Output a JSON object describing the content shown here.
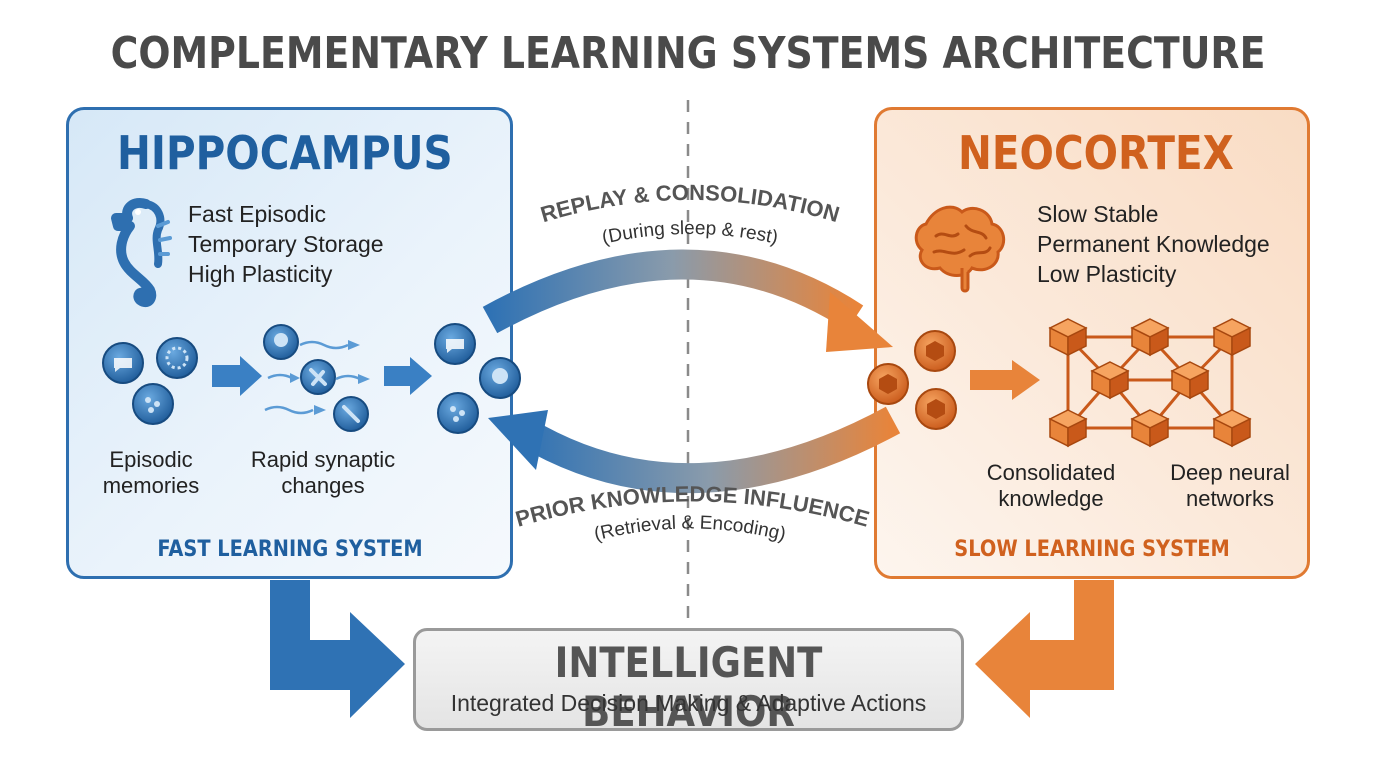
{
  "title": "COMPLEMENTARY LEARNING SYSTEMS ARCHITECTURE",
  "hippocampus": {
    "title": "HIPPOCAMPUS",
    "traits": [
      "Fast Episodic",
      "Temporary Storage",
      "High Plasticity"
    ],
    "label_memories_1": "Episodic",
    "label_memories_2": "memories",
    "label_synaptic_1": "Rapid synaptic",
    "label_synaptic_2": "changes",
    "system": "FAST LEARNING SYSTEM",
    "icon": "seahorse-icon"
  },
  "neocortex": {
    "title": "NEOCORTEX",
    "traits": [
      "Slow Stable",
      "Permanent Knowledge",
      "Low Plasticity"
    ],
    "label_knowledge_1": "Consolidated",
    "label_knowledge_2": "knowledge",
    "label_networks_1": "Deep neural",
    "label_networks_2": "networks",
    "system": "SLOW LEARNING SYSTEM",
    "icon": "brain-icon"
  },
  "arrows": {
    "top_title": "REPLAY & CONSOLIDATION",
    "top_sub": "(During sleep & rest)",
    "bottom_title": "PRIOR KNOWLEDGE INFLUENCE",
    "bottom_sub": "(Retrieval & Encoding)"
  },
  "behavior": {
    "title": "INTELLIGENT BEHAVIOR",
    "subtitle": "Integrated Decision Making & Adaptive Actions"
  },
  "colors": {
    "blue": "#2e6fb0",
    "orange": "#e07a32",
    "gray": "#9a9a9a"
  }
}
